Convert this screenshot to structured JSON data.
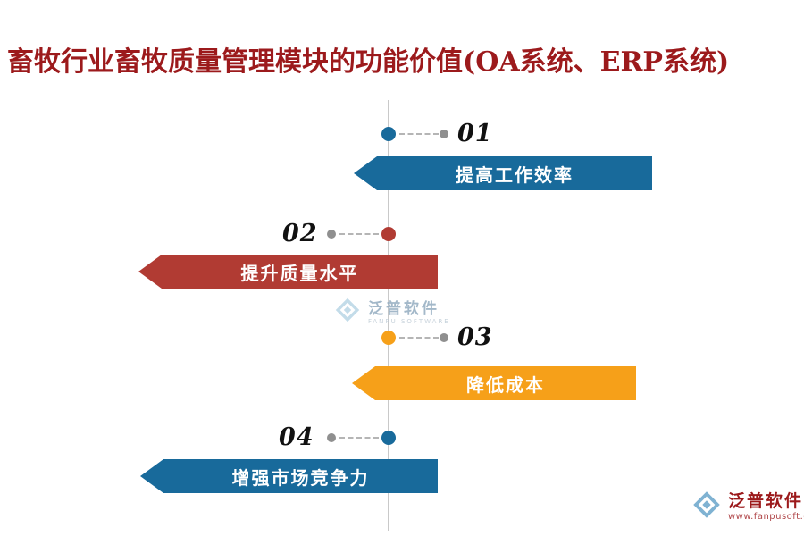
{
  "title": "畜牧行业畜牧质量管理模块的功能价值(OA系统、ERP系统)",
  "title_color": "#9c1a1c",
  "items": [
    {
      "number": "01",
      "label": "提高工作效率",
      "color": "#186a9b",
      "side": "right"
    },
    {
      "number": "02",
      "label": "提升质量水平",
      "color": "#b13b33",
      "side": "left"
    },
    {
      "number": "03",
      "label": "降低成本",
      "color": "#f6a019",
      "side": "right"
    },
    {
      "number": "04",
      "label": "增强市场竞争力",
      "color": "#186a9b",
      "side": "left"
    }
  ],
  "watermark": {
    "name": "泛普软件",
    "subtitle": "FANPU SOFTWARE"
  },
  "footer": {
    "name": "泛普软件",
    "url": "www.fanpusoft.com"
  }
}
